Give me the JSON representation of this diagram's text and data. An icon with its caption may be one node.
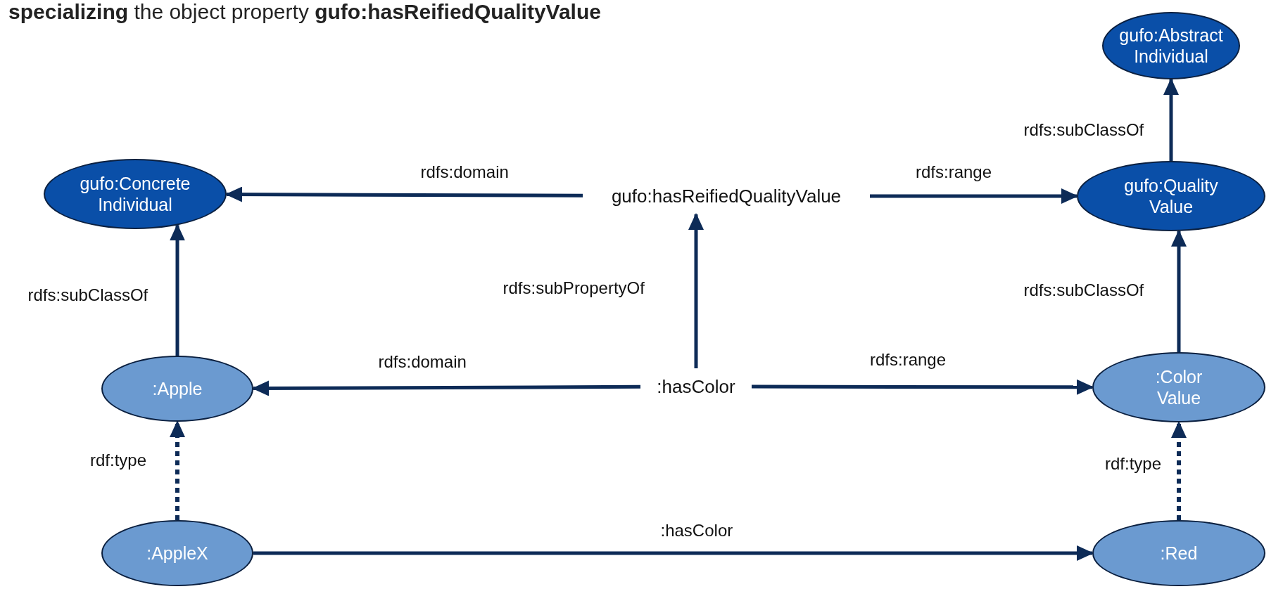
{
  "diagram": {
    "title": "**specializing** the object property **gufo:hasReifiedQualityValue**",
    "nodes": [
      {
        "text": [
          "gufo:Abstract Individual"
        ]
      },
      {
        "text": [
          "gufo:Concrete Individual"
        ]
      },
      {
        "text": [
          "gufo:hasReifiedQualityValue"
        ]
      },
      {
        "text": [
          "gufo:Quality Value"
        ]
      },
      {
        "text": [
          ":Apple"
        ]
      },
      {
        "text": [
          ":hasColor"
        ]
      },
      {
        "text": [
          ":Color Value"
        ]
      },
      {
        "text": [
          ":AppleX"
        ]
      },
      {
        "text": [
          ":Red"
        ]
      }
    ],
    "edges": [
      {
        "from": 2,
        "to": 1,
        "arrow": "to",
        "label": "rdfs:domain"
      },
      {
        "from": 2,
        "to": 3,
        "arrow": "to",
        "label": "rdfs:range"
      },
      {
        "from": 3,
        "to": 0,
        "arrow": "to",
        "label": "rdfs:subClassOf"
      },
      {
        "from": 4,
        "to": 1,
        "arrow": "to",
        "label": "rdfs:subClassOf"
      },
      {
        "from": 5,
        "to": 2,
        "arrow": "to",
        "label": "rdfs:subPropertyOf"
      },
      {
        "from": 6,
        "to": 3,
        "arrow": "to",
        "label": "rdfs:subClassOf"
      },
      {
        "from": 5,
        "to": 4,
        "arrow": "to",
        "label": "rdfs:domain"
      },
      {
        "from": 5,
        "to": 6,
        "arrow": "to",
        "label": "rdfs:range"
      },
      {
        "from": 7,
        "to": 4,
        "arrow": "to",
        "label": "rdf:type",
        "style": "dashed"
      },
      {
        "from": 8,
        "to": 6,
        "arrow": "to",
        "label": "rdf:type",
        "style": "dashed"
      },
      {
        "from": 7,
        "to": 8,
        "arrow": "to",
        "label": ":hasColor"
      }
    ]
  }
}
